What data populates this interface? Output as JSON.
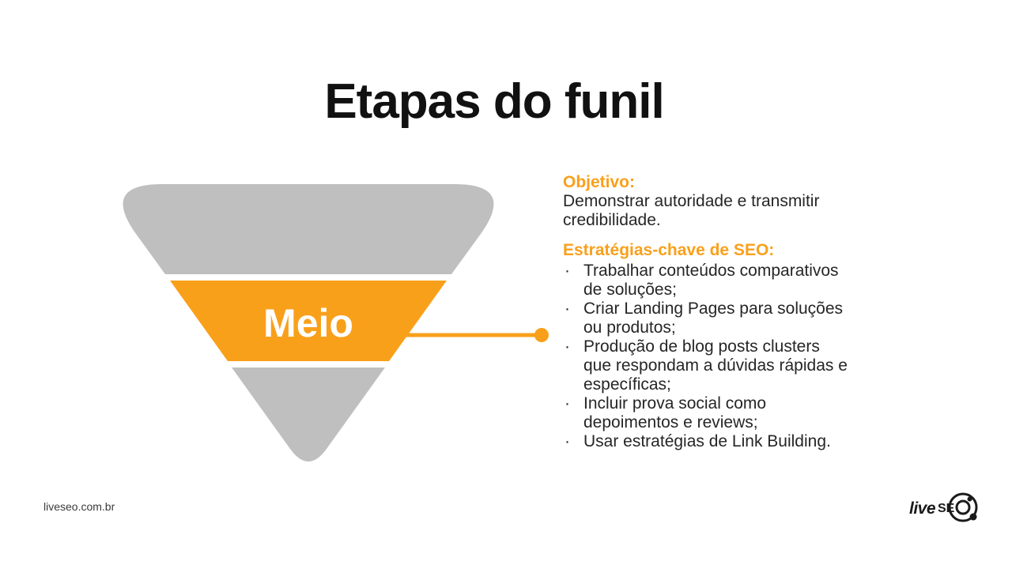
{
  "slide": {
    "title": "Etapas do funil",
    "background": "#FFFFFF"
  },
  "funnel": {
    "middle_label": "Meio",
    "colors": {
      "gray": "#BFBFBF",
      "orange": "#F9A01B",
      "label": "#FFFFFF"
    }
  },
  "details": {
    "objective_heading": "Objetivo:",
    "objective_text": "Demonstrar autoridade e transmitir credibilidade.",
    "strategies_heading": "Estratégias-chave de SEO:",
    "bullet_marker": "·",
    "bullets": [
      "Trabalhar conteúdos comparativos de soluções;",
      "Criar Landing Pages para soluções ou produtos;",
      "Produção de blog posts clusters que respondam a dúvidas rápidas e específicas;",
      "Incluir prova social como depoimentos e reviews;",
      "Usar estratégias de Link Building."
    ],
    "accent_color": "#F9A01B",
    "text_color": "#262626"
  },
  "footer": {
    "url": "liveseo.com.br"
  },
  "logo": {
    "script_text": "live",
    "caps_text": "SE"
  }
}
